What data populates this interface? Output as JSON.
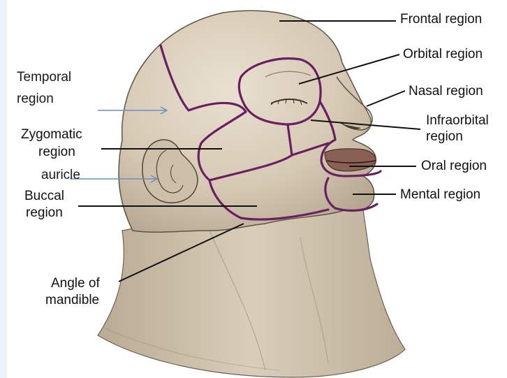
{
  "labels": {
    "frontal": "Frontal region",
    "orbital": "Orbital region",
    "nasal": "Nasal region",
    "infraorbital_1": "Infraorbital",
    "infraorbital_2": "region",
    "oral": "Oral region",
    "mental": "Mental region",
    "temporal_1": "Temporal",
    "temporal_2": "region",
    "zygomatic_1": "Zygomatic",
    "zygomatic_2": "region",
    "auricle": "auricle",
    "buccal_1": "Buccal",
    "buccal_2": "region",
    "angle_1": "Angle of",
    "angle_2": "mandible"
  },
  "colors": {
    "region_outline": "#6b1f63",
    "leader_line": "#111111",
    "added_arrow": "#6a8fc4",
    "skin": "#d7cbb8"
  }
}
